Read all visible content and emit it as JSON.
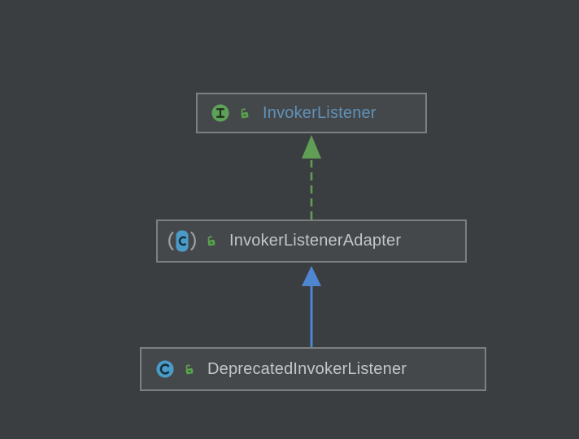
{
  "diagram": {
    "type": "uml-class-diagram",
    "background_color": "#3b3e40",
    "node_fill_color": "#45484a",
    "node_border_color": "#7d8082"
  },
  "nodes": [
    {
      "name": "InvokerListener",
      "stereotype": "interface",
      "label_color": "#6091b8",
      "icons": [
        "interface-icon",
        "unlocked-icon"
      ]
    },
    {
      "name": "InvokerListenerAdapter",
      "stereotype": "abstract-class",
      "label_color": "#c3c5c7",
      "icons": [
        "abstract-class-icon",
        "unlocked-icon"
      ]
    },
    {
      "name": "DeprecatedInvokerListener",
      "stereotype": "class",
      "label_color": "#c3c5c7",
      "icons": [
        "class-icon",
        "unlocked-icon"
      ]
    }
  ],
  "edges": [
    {
      "from": "InvokerListenerAdapter",
      "to": "InvokerListener",
      "relation": "implements",
      "line_style": "dashed",
      "color": "#5f9e54"
    },
    {
      "from": "DeprecatedInvokerListener",
      "to": "InvokerListenerAdapter",
      "relation": "extends",
      "line_style": "solid",
      "color": "#4e86d1"
    }
  ]
}
